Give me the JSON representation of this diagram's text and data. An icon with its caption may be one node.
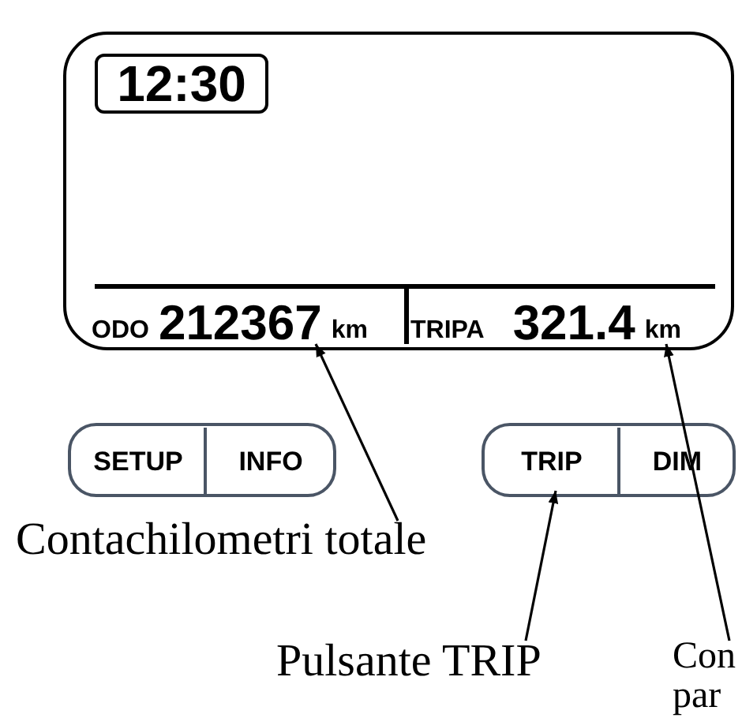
{
  "diagram": {
    "nodes": [
      {
        "text": [],
        "shape": "box"
      },
      {
        "text": [
          "12:30"
        ],
        "in": 0
      },
      {
        "text": [
          "ODO",
          "212367",
          "km"
        ],
        "in": 0
      },
      {
        "text": [
          "TRIPA",
          "321.4",
          "km"
        ],
        "in": 0
      },
      {
        "text": [],
        "shape": "box"
      },
      {
        "text": [
          "SETUP"
        ],
        "in": 4
      },
      {
        "text": [
          "INFO"
        ],
        "in": 4
      },
      {
        "text": [],
        "shape": "box"
      },
      {
        "text": [
          "TRIP"
        ],
        "in": 7
      },
      {
        "text": [
          "DIM"
        ],
        "in": 7
      },
      {
        "text": [
          "Contachilometri totale"
        ]
      },
      {
        "text": [
          "Pulsante TRIP"
        ]
      },
      {
        "text": [
          "Con par"
        ]
      }
    ],
    "edges": [
      {
        "from": 10,
        "to": 2,
        "arrow": "to"
      },
      {
        "from": 11,
        "to": 8,
        "arrow": "to"
      },
      {
        "from": 12,
        "to": 3,
        "arrow": "to"
      }
    ]
  }
}
